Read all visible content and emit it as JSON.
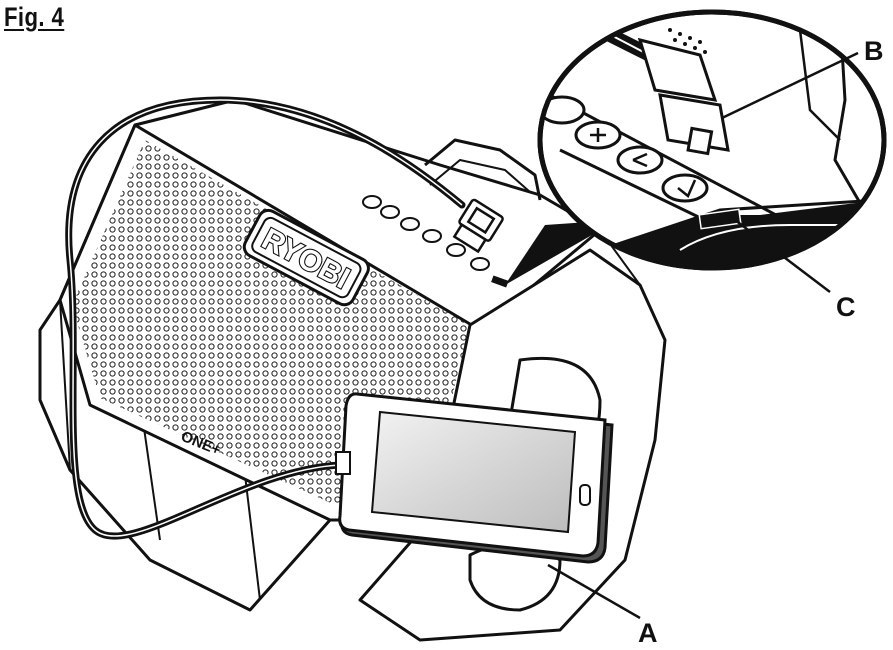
{
  "figure": {
    "title": "Fig. 4",
    "callouts": [
      {
        "id": "A",
        "label": "A"
      },
      {
        "id": "B",
        "label": "B"
      },
      {
        "id": "C",
        "label": "C"
      }
    ],
    "brand_logo": "RYOBI",
    "product_badge": "ONE+",
    "colors": {
      "line": "#111111",
      "phone_screen": "#d9d9d9",
      "background": "#ffffff"
    }
  }
}
